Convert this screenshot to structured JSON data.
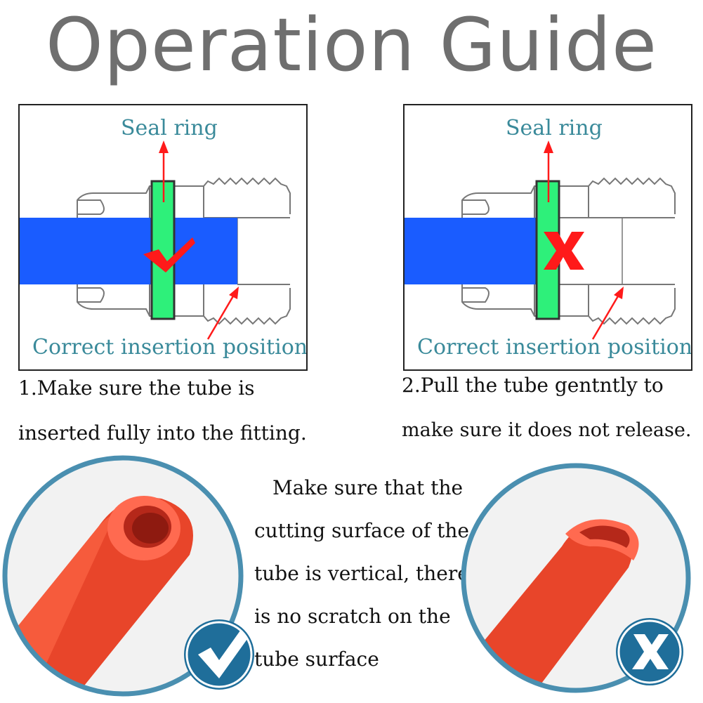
{
  "title": "Operation Guide",
  "panels": [
    {
      "seal_label": "Seal ring",
      "position_label": "Correct insertion position",
      "status": "correct",
      "caption_line1": "1.Make sure the tube is",
      "caption_line2": "inserted fully into the fitting."
    },
    {
      "seal_label": "Seal ring",
      "position_label": "Correct insertion position",
      "status": "incorrect",
      "caption_line1": "2.Pull the tube gentntly to",
      "caption_line2": "make sure it does not release."
    }
  ],
  "middle_text": [
    "Make sure that the",
    "cutting surface of the",
    "tube is vertical, there",
    "is no scratch on the",
    "tube surface"
  ],
  "colors": {
    "title": "#6f6f6f",
    "label": "#3a8a9a",
    "tube_blue": "#1a5cff",
    "seal_green": "#2ef07a",
    "mark_red": "#ff1a1a",
    "circle_ring": "#4a8fb0",
    "tube_red": "#e8452a",
    "badge_blue": "#1f6e9a"
  },
  "icons": [
    "check-mark-icon",
    "cross-mark-icon",
    "check-badge-icon",
    "cross-badge-icon",
    "arrow-icon"
  ]
}
